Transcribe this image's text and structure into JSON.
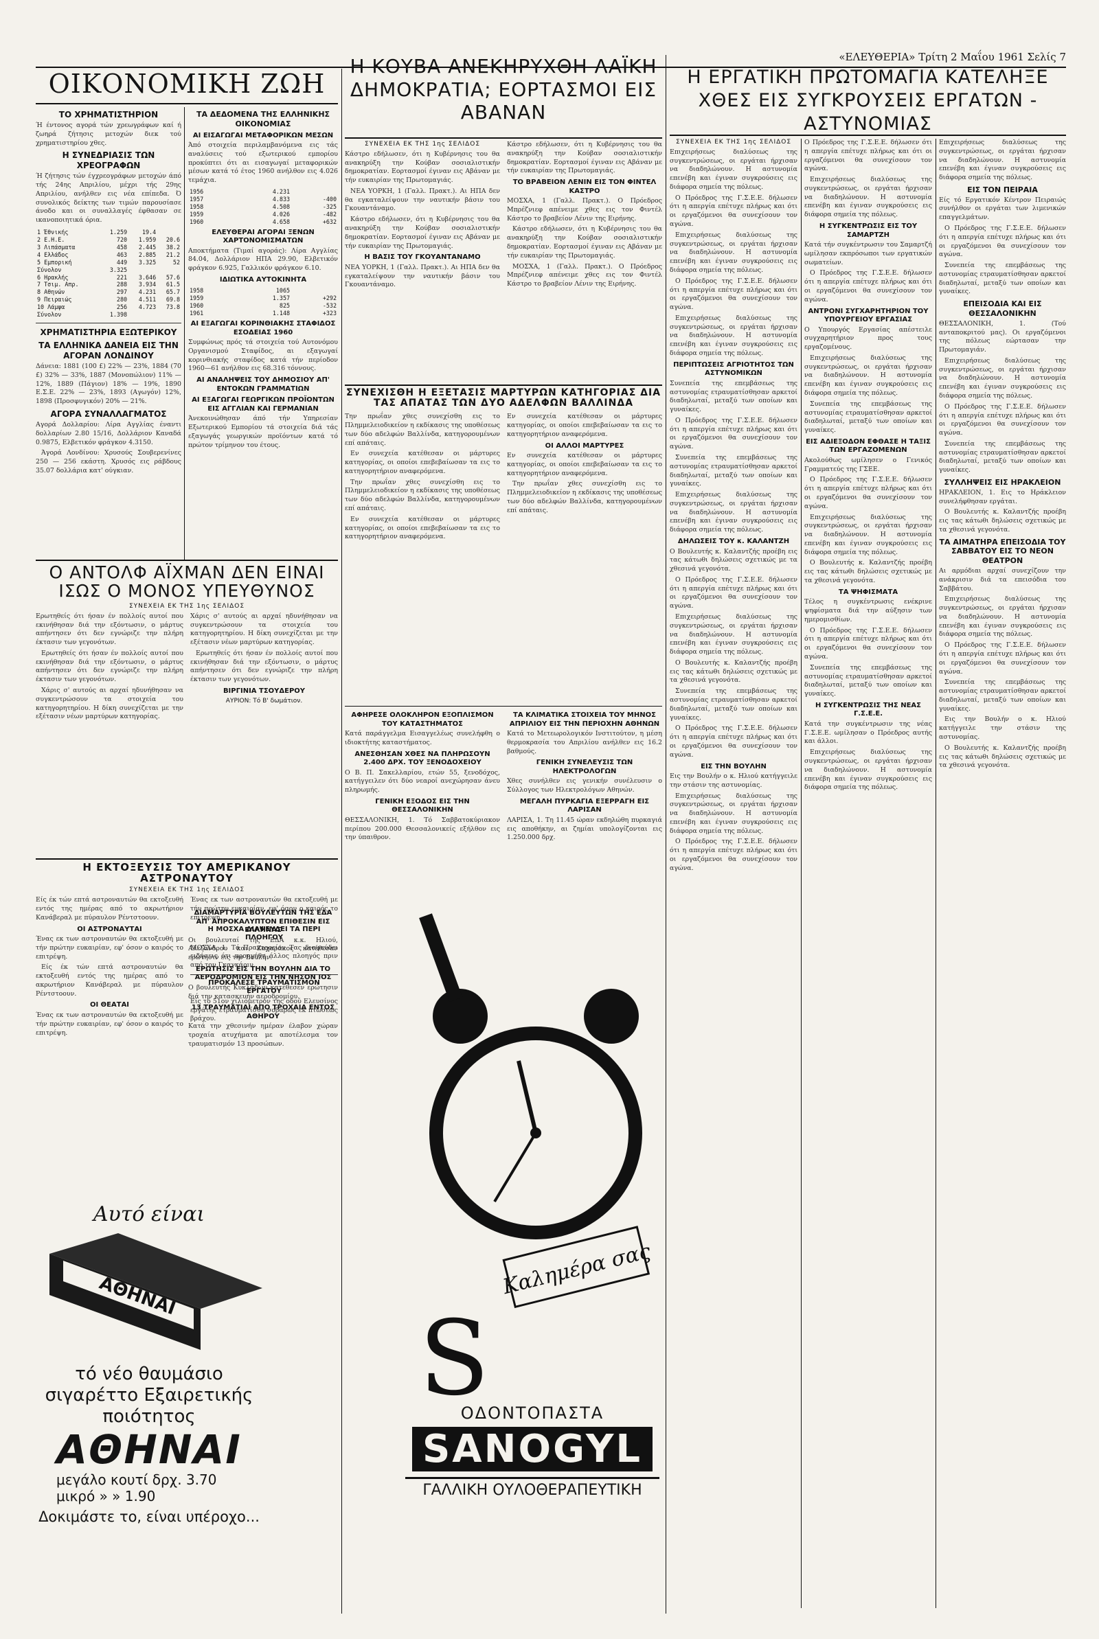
{
  "masthead": {
    "left": "",
    "right": "«ΕΛΕΥΘΕΡΙΑ» Τρίτη 2 Μαΐου 1961 Σελίς 7"
  },
  "oikonomiki": {
    "title": "ΟΙΚΟΝΟΜΙΚΗ ΖΩΗ",
    "section1": "ΤΟ ΧΡΗΜΑΤΙΣΤΗΡΙΟΝ",
    "p1": "Ή έντονος αγορά τών χρεωγράφων καί ή ζωηρά ζήτησις μετοχών διεκ τού χρηματιστηρίου χθες.",
    "sub1": "Η ΣΥΝΕΔΡΙΑΣΙΣ ΤΩΝ ΧΡΕΟΓΡΑΦΩΝ",
    "p2": "Ή ζήτησις τών έγχρεογράφων μετοχών άπό τής 24ης Απριλίου, μέχρι τής 29ης Απριλίου, ανήλθεν εις νέα επίπεδα. Ό συνολικός δείκτης των τιμών παρουσίασε άνοδο και οι συναλλαγές έφθασαν σε ικανοποιητικά όρια.",
    "table1": [
      [
        "1 Έθνικής",
        "1.259",
        "19.4"
      ],
      [
        "2 Ε.Η.Ε.",
        "720",
        "1.959",
        "20.6"
      ],
      [
        "3 Λιπάσματα",
        "458",
        "2.445",
        "38.2"
      ],
      [
        "4 Ελλάδος",
        "463",
        "2.885",
        "21.2"
      ],
      [
        "5 Εμπορική",
        "449",
        "3.325",
        "52"
      ],
      [
        "Σύνολον",
        "3.325"
      ],
      [
        "6 Ηρακλής",
        "221",
        "3.646",
        "57.6"
      ],
      [
        "7 Τσιμ. Απρ.",
        "288",
        "3.934",
        "61.5"
      ],
      [
        "8 Αθηνών",
        "297",
        "4.231",
        "65.7"
      ],
      [
        "9 Πειραιώς",
        "280",
        "4.511",
        "69.8"
      ],
      [
        "10 Λάμψα",
        "256",
        "4.723",
        "73.8"
      ],
      [
        "Σύνολον",
        "1.398"
      ]
    ],
    "section2": "ΧΡΗΜΑΤΙΣΤΗΡΙΑ ΕΞΩΤΕΡΙΚΟΥ",
    "sub2": "ΤΑ ΕΛΛΗΝΙΚΑ ΔΑΝΕΙΑ ΕΙΣ ΤΗΝ ΑΓΟΡΑΝ ΛΟΝΔΙΝΟΥ",
    "p3": "Δάνεια: 1881 (100 £) 22% — 23%, 1884 (70 £) 32% — 33%, 1887 (Μονοπώλιον) 11% — 12%, 1889 (Πάγιον) 18% — 19%, 1890 Ε.Σ.Ε. 22% — 23%, 1893 (Αγωγόν) 12%, 1898 (Προσφυγικόν) 20% — 21%.",
    "sub3": "ΑΓΟΡΑ ΣΥΝΑΛΛΑΓΜΑΤΟΣ",
    "p4": "Αγορά Δολλαρίου: Λίρα Αγγλίας έναντι δολλαρίων 2.80 15/16, Δολλάριον Καναδά 0.9875, Ελβετικόν φράγκον 4.3150.",
    "p5": "Άγορά Λονδίνου: Χρυσούς Σουβερενίνες 250 — 256 εκάστη. Χρυσός εις ράβδους 35.07 δολλάρια κατ' ούγκιαν."
  },
  "dedomena": {
    "title": "ΤΑ ΔΕΔΟΜΕΝΑ ΤΗΣ ΕΛΛΗΝΙΚΗΣ ΟΙΚΟΝΟΜΙΑΣ",
    "sub": "ΑΙ ΕΙΣΑΓΩΓΑΙ ΜΕΤΑΦΟΡΙΚΩΝ ΜΕΣΩΝ",
    "p1": "Άπό στοιχεία περιλαμβανόμενα εις τάς αναλύσεις τού εξωτερικού εμπορίου προκύπτει ότι αι εισαγωγαί μεταφορικών μέσων κατά τό έτος 1960 ανήλθον εις 4.026 τεμάχια.",
    "table": [
      [
        "1956",
        "4.231"
      ],
      [
        "1957",
        "4.833",
        "-400"
      ],
      [
        "1958",
        "4.508",
        "-325"
      ],
      [
        "1959",
        "4.026",
        "-482"
      ],
      [
        "1960",
        "4.658",
        "+632"
      ]
    ],
    "sub2": "ΕΛΕΥΘΕΡΑΙ ΑΓΟΡΑΙ ΞΕΝΩΝ ΧΑΡΤΟΝΟΜΙΣΜΑΤΩΝ",
    "p2": "Αποκτήματα (Τιμαί αγοράς): Λίρα Αγγλίας 84.04, Δολλάριον ΗΠΑ 29.90, Ελβετικόν φράγκον 6.925, Γαλλικόν φράγκον 6.10.",
    "sub3": "ΙΔΙΩΤΙΚΑ ΑΥΤΟΚΙΝΗΤΑ",
    "table2": [
      [
        "1958",
        "1065"
      ],
      [
        "1959",
        "1.357",
        "+292"
      ],
      [
        "1960",
        "825",
        "-532"
      ],
      [
        "1961",
        "1.148",
        "+323"
      ]
    ],
    "sub4": "ΑΙ ΕΞΑΓΩΓΑΙ ΚΟΡΙΝΘΙΑΚΗΣ ΣΤΑΦΙΔΟΣ ΕΣΟΔΕΙΑΣ 1960",
    "p3": "Συμφώνως πρός τά στοιχεία τού Αυτονόμου Οργανισμού Σταφίδος, αι εξαγωγαί κορινθιακής σταφίδος κατά τήν περίοδον 1960—61 ανήλθον εις 68.316 τόννους.",
    "sub5": "ΑΙ ΑΝΑΛΗΨΕΙΣ ΤΟΥ ΔΗΜΟΣΙΟΥ ΑΠ' ΕΝΤΟΚΩΝ ΓΡΑΜΜΑΤΙΩΝ",
    "sub6": "ΑΙ ΕΞΑΓΩΓΑΙ ΓΕΩΡΓΙΚΩΝ ΠΡΟΪΟΝΤΩΝ ΕΙΣ ΑΓΓΛΙΑΝ ΚΑΙ ΓΕΡΜΑΝΙΑΝ",
    "p4": "Άνεκοινώθησαν άπό τήν Υπηρεσίαν Εξωτερικού Εμπορίου τά στοιχεία διά τάς εξαγωγάς γεωργικών προϊόντων κατά τό πρώτον τρίμηνον του έτους."
  },
  "eichmann": {
    "title": "Ο ΑΝΤΟΛΦ ΑΪΧΜΑΝ ΔΕΝ ΕΙΝΑΙ ΙΣΩΣ Ο ΜΟΝΟΣ ΥΠΕΥΘΥΝΟΣ",
    "cont": "ΣΥΝΕΧΕΙΑ ΕΚ ΤΗΣ 1ης ΣΕΛΙΔΟΣ",
    "p1": "Ερωτηθείς ότι ήσαν έν πολλοίς αυτοί που εκινήθησαν διά την εξόντωσιν, ο μάρτυς απήντησεν ότι δεν εγνώριζε την πλήρη έκτασιν των γεγονότων.",
    "p2": "Χάρις σ' αυτούς αι αρχαί ηδυνήθησαν να συγκεντρώσουν τα στοιχεία του κατηγορητηρίου. Η δίκη συνεχίζεται με την εξέτασιν νέων μαρτύρων κατηγορίας.",
    "sign": "ΒΙΡΓΙΝΙΑ ΤΣΟΥΔΕΡΟΥ",
    "tail": "ΑΥΡΙΟΝ: Τό Β' δωμάτιον."
  },
  "astronaut": {
    "title": "Η ΕΚΤΟΞΕΥΣΙΣ ΤΟΥ ΑΜΕΡΙΚΑΝΟΥ ΑΣΤΡΟΝΑΥΤΟΥ",
    "cont": "ΣΥΝΕΧΕΙΑ ΕΚ ΤΗΣ 1ης ΣΕΛΙΔΟΣ",
    "sub1": "ΟΙ ΑΣΤΡΟΝΑΥΤΑΙ",
    "p1": "Είς έκ τών επτά αστροναυτών θα εκτοξευθή εντός της ημέρας από το ακρωτήριον Κανάβεραλ με πύραυλον Ρέντστοουν.",
    "sub2": "Η ΜΟΣΧΑ ΔΙΑΨΕΥΔΕΙ ΤΑ ΠΕΡΙ ΠΛΟΗΓΟΥ",
    "p2": "ΜΟΣΧΑ, 1. Τό Πρακτορείον Τας διαψεύδει ειδήσεις ότι προηγήθη άλλος πλοηγός πριν από τον Γκαγκάριν.",
    "sub3": "ΟΙ ΘΕΑΤΑΙ",
    "p3": "Ένας εκ των αστροναυτών θα εκτοξευθή με τήν πρώτην ευκαιρίαν, εφ' όσον ο καιρός το επιτρέψη.",
    "sub4": "ΠΡΟΚΑΛΕΣΕ ΤΡΑΥΜΑΤΙΣΜΟΝ ΕΡΓΑΤΟΥ",
    "p4": "Είς τό 51ον χιλιόμετρον της οδού Ελευσίνος εργάτης ετραυματίσθη σοβαρώς εκ πτώσεως βράχου."
  },
  "kouva": {
    "title": "Η ΚΟΥΒΑ ΑΝΕΚΗΡΥΧΘΗ ΛΑΪΚΗ ΔΗΜΟΚΡΑΤΙΑ; ΕΟΡΤΑΣΜΟΙ ΕΙΣ ΑΒΑΝΑΝ",
    "cont": "ΣΥΝΕΧΕΙΑ ΕΚ ΤΗΣ 1ης ΣΕΛΙΔΟΣ",
    "p1": "Κάστρο εδήλωσεν, ότι η Κυβέρνησις του θα ανακηρύξη την Κούβαν σοσιαλιστικήν δημοκρατίαν. Εορτασμοί έγιναν εις Αβάναν με τήν ευκαιρίαν της Πρωτομαγιάς.",
    "sub1": "ΤΟ ΒΡΑΒΕΙΟΝ ΛΕΝΙΝ ΕΙΣ ΤΟΝ ΦΙΝΤΕΛ ΚΑΣΤΡΟ",
    "p2": "ΜΟΣΧΑ, 1 (Γαλλ. Πρακτ.). Ο Πρόεδρος Μπρέζνιεφ απένειμε χθες εις τον Φιντέλ Κάστρο το βραβείον Λένιν της Ειρήνης.",
    "sub2": "Η ΒΑΣΙΣ ΤΟΥ ΓΚΟΥΑΝΤΑΝΑΜΟ",
    "p3": "ΝΕΑ ΥΟΡΚΗ, 1 (Γαλλ. Πρακτ.). Αι ΗΠΑ δεν θα εγκαταλείψουν την ναυτικήν βάσιν του Γκουαντάναμο."
  },
  "vallinda": {
    "title": "ΣΥΝΕΧΙΣΘΗ Η ΕΞΕΤΑΣΙΣ ΜΑΡΤΥΡΩΝ ΚΑΤΗΓΟΡΙΑΣ ΔΙΑ ΤΑΣ ΑΠΑΤΑΣ ΤΩΝ ΔΥΟ ΑΔΕΛΦΩΝ ΒΑΛΛΙΝΔΑ",
    "p1": "Την πρωΐαν χθες συνεχίσθη εις το Πλημμελειοδικείον η εκδίκασις της υποθέσεως των δύο αδελφών Βαλλίνδα, κατηγορουμένων επί απάταις.",
    "sub1": "ΟΙ ΑΛΛΟΙ ΜΑΡΤΥΡΕΣ",
    "p2": "Εν συνεχεία κατέθεσαν οι μάρτυρες κατηγορίας, οι οποίοι επεβεβαίωσαν τα εις το κατηγορητήριον αναφερόμενα."
  },
  "sanogyl": {
    "bubble": "Καλημέρα σας",
    "label": "ΟΔΟΝΤΟΠΑΣΤΑ",
    "brand": "SANOGYL",
    "sub": "ΓΑΛΛΙΚΗ ΟΥΛΟΘΕΡΑΠΕΥΤΙΚΗ"
  },
  "small_col3": {
    "s1": "ΑΦΗΡΕΣΕ ΟΛΟΚΛΗΡΟΝ ΕΞΟΠΛΙΣΜΟΝ ΤΟΥ ΚΑΤΑΣΤΗΜΑΤΟΣ",
    "p1": "Κατά παράγγελμα Εισαγγελέως συνελήφθη ο ιδιοκτήτης καταστήματος.",
    "s2": "ΑΝΕΣΘΗΣΑΝ ΧΘΕΣ ΝΑ ΠΛΗΡΩΣΟΥΝ 2.400 ΔΡΧ. ΤΟΥ ΞΕΝΟΔΟΧΕΙΟΥ",
    "p2": "Ο Β. Π. Σακελλαρίου, ετών 55, ξενοδόχος, κατήγγειλεν ότι δύο νεαροί ανεχώρησαν άνευ πληρωμής.",
    "s3": "ΓΕΝΙΚΗ ΕΞΟΔΟΣ ΕΙΣ ΤΗΝ ΘΕΣΣΑΛΟΝΙΚΗΝ",
    "p3": "ΘΕΣΣΑΛΟΝΙΚΗ, 1. Τό Σαββατοκύριακον περίπου 200.000 Θεσσαλονικείς εξήλθον εις την ύπαιθρον.",
    "s4": "ΔΙΑΜΑΡΤΥΡΙΑ ΒΟΥΛΕΥΤΩΝ ΤΗΣ ΕΔΑ ΑΠ' ΑΠΡΟΚΑΛΥΠΤΟΝ ΕΠΙΘΕΣΙΝ ΕΙΣ ΕΛΛΗΝΑΣ",
    "p4": "Οι βουλευταί της ΕΔΑ κ.κ. Ηλιού, Αλεξάνδρου και Ζαχαράκος κατέθεσαν ερώτησιν εις την Βουλήν.",
    "s5": "ΕΡΩΤΗΣΙΣ ΕΙΣ ΤΗΝ ΒΟΥΛΗΝ ΔΙΑ ΤΟ ΑΕΡΟΔΡΟΜΙΟΝ ΕΙΣ ΤΗΝ ΝΗΣΟΝ ΙΟΣ",
    "p5": "Ο βουλευτής Κυκλάδων κατέθεσεν ερώτησιν διά την κατασκευήν αεροδρομίου.",
    "s6": "13 ΤΡΑΥΜΑΤΙΑΙ ΑΠΟ ΤΡΟΧΑΙΑ ΕΝΤΟΣ ΑΘΗΡΟΥ",
    "p6": "Κατά την χθεσινήν ημέραν έλαβον χώραν τροχαία ατυχήματα με αποτέλεσμα τον τραυματισμόν 13 προσώπων."
  },
  "col4_small": {
    "s1": "ΤΑ ΚΛΙΜΑΤΙΚΑ ΣΤΟΙΧΕΙΑ ΤΟΥ ΜΗΝΟΣ ΑΠΡΙΛΙΟΥ ΕΙΣ ΤΗΝ ΠΕΡΙΟΧΗΝ ΑΘΗΝΩΝ",
    "p1": "Κατά το Μετεωρολογικόν Ινστιτούτον, η μέση θερμοκρασία του Απριλίου ανήλθεν εις 16.2 βαθμούς.",
    "s2": "ΓΕΝΙΚΗ ΣΥΝΕΛΕΥΣΙΣ ΤΩΝ ΗΛΕΚΤΡΟΛΟΓΩΝ",
    "p2": "Χθες συνήλθεν εις γενικήν συνέλευσιν ο Σύλλογος των Ηλεκτρολόγων Αθηνών.",
    "s3": "ΜΕΓΑΛΗ ΠΥΡΚΑΓΙΑ ΕΞΕΡΡΑΓΗ ΕΙΣ ΛΑΡΙΣΑΝ",
    "p3": "ΛΑΡΙΣΑ, 1. Τη 11.45 ώραν εκδηλώθη πυρκαγιά εις αποθήκην, αι ζημίαι υπολογίζονται εις 1.250.000 δρχ."
  },
  "protomagia": {
    "title": "Η ΕΡΓΑΤΙΚΗ ΠΡΩΤΟΜΑΓΙΑ ΚΑΤΕΛΗΞΕ ΧΘΕΣ ΕΙΣ ΣΥΓΚΡΟΥΣΕΙΣ ΕΡΓΑΤΩΝ - ΑΣΤΥΝΟΜΙΑΣ",
    "cont": "ΣΥΝΕΧΕΙΑ ΕΚ ΤΗΣ 1ης ΣΕΛΙΔΟΣ",
    "p1": "Επιχειρήσεως διαλύσεως της συγκεντρώσεως, οι εργάται ήρχισαν να διαδηλώνουν. Η αστυνομία επενέβη και έγιναν συγκρούσεις εις διάφορα σημεία της πόλεως.",
    "p2": "Ο Πρόεδρος της Γ.Σ.Ε.Ε. δήλωσεν ότι η απεργία επέτυχε πλήρως και ότι οι εργαζόμενοι θα συνεχίσουν τον αγώνα.",
    "s1": "ΠΕΡΙΠΤΩΣΕΙΣ ΑΓΡΙΟΤΗΤΟΣ ΤΩΝ ΑΣΤΥΝΟΜΙΚΩΝ",
    "p3": "Συνεπεία της επεμβάσεως της αστυνομίας ετραυματίσθησαν αρκετοί διαδηλωταί, μεταξύ των οποίων και γυναίκες.",
    "s2": "ΔΗΛΩΣΕΙΣ ΤΟΥ κ. ΚΑΛΑΝΤΖΗ",
    "p4": "Ο Βουλευτής κ. Καλαντζής προέβη εις τας κάτωθι δηλώσεις σχετικώς με τα χθεσινά γεγονότα.",
    "s3": "ΕΙΣ ΤΗΝ ΒΟΥΛΗΝ",
    "p5": "Εις την Βουλήν ο κ. Ηλιού κατήγγειλε την στάσιν της αστυνομίας."
  },
  "col5": {
    "s1": "Η ΣΥΓΚΕΝΤΡΩΣΙΣ ΕΙΣ ΤΟΥ ΣΑΜΑΡΤΖΗ",
    "p1": "Κατά τήν συγκέντρωσιν του Σαμαρτζή ωμίλησαν εκπρόσωποι των εργατικών σωματείων.",
    "s2": "ΑΝΤΡΟΝΙ ΣΥΓΧΑΡΗΤΗΡΙΟΝ ΤΟΥ ΥΠΟΥΡΓΕΙΟΥ ΕΡΓΑΣΙΑΣ",
    "p2": "Ο Υπουργός Εργασίας απέστειλε συγχαρητήριον προς τους εργαζομένους.",
    "s3": "ΕΙΣ ΑΔΙΕΞΟΔΟΝ ΕΦΘΑΣΕ Η ΤΑΞΙΣ ΤΩΝ ΕΡΓΑΖΟΜΕΝΩΝ",
    "p3": "Ακολούθως ωμίλησεν ο Γενικός Γραμματεύς της ΓΣΕΕ.",
    "s4": "ΤΑ ΨΗΦΙΣΜΑΤΑ",
    "p4": "Τέλος η συγκέντρωσις ενέκρινε ψηφίσματα διά την αύξησιν των ημερομισθίων.",
    "s5": "Η ΣΥΓΚΕΝΤΡΩΣΙΣ ΤΗΣ ΝΕΑΣ Γ.Σ.Ε.Ε.",
    "p5": "Κατά την συγκέντρωσιν της νέας Γ.Σ.Ε.Ε. ωμίλησαν ο Πρόεδρος αυτής και άλλοι."
  },
  "col6": {
    "s1": "ΕΙΣ ΤΟΝ ΠΕΙΡΑΙΑ",
    "p1": "Είς τό Εργατικόν Κέντρον Πειραιώς συνήλθον οι εργάται των λιμενικών επαγγελμάτων.",
    "s2": "ΕΠΕΙΣΟΔΙΑ ΚΑΙ ΕΙΣ ΘΕΣΣΑΛΟΝΙΚΗΝ",
    "p2": "ΘΕΣΣΑΛΟΝΙΚΗ, 1. (Τού ανταποκριτού μας). Οι εργαζόμενοι της πόλεως εώρτασαν την Πρωτομαγιάν.",
    "s3": "ΣΥΛΛΗΨΕΙΣ ΕΙΣ ΗΡΑΚΛΕΙΟΝ",
    "p3": "ΗΡΑΚΛΕΙΟΝ, 1. Εις το Ηράκλειον συνελήφθησαν εργάται.",
    "s4": "ΤΑ ΑΙΜΑΤΗΡΑ ΕΠΕΙΣΟΔΙΑ ΤΟΥ ΣΑΒΒΑΤΟΥ ΕΙΣ ΤΟ ΝΕΟΝ ΘΕΑΤΡΟΝ",
    "p4": "Αι αρμόδιαι αρχαί συνεχίζουν την ανάκρισιν διά τα επεισόδια του Σαββάτου."
  },
  "athinai_ad": {
    "line1": "Αυτό είναι",
    "box": "ΑΘΗΝΑΙ",
    "line2": "τό νέο θαυμάσιο σιγαρέττο Εξαιρετικής ποιότητος",
    "brand": "ΑΘΗΝΑΙ",
    "price1": "μεγάλο κουτί δρχ. 3.70",
    "price2": "μικρό » » 1.90",
    "tag": "Δοκιμάστε το, είναι υπέροχο..."
  }
}
